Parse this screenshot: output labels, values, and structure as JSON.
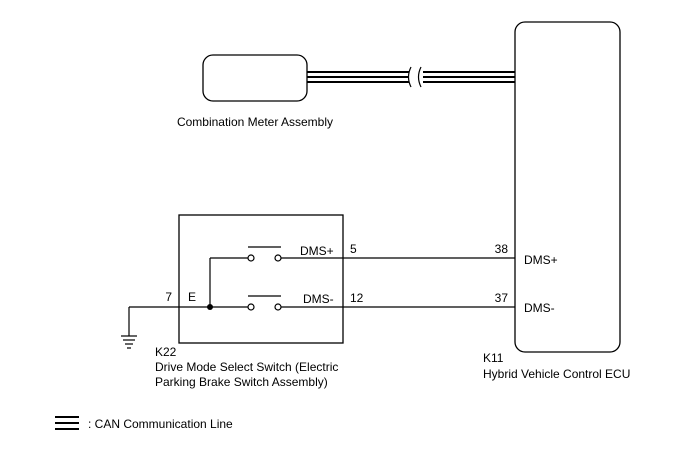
{
  "combination_meter": {
    "label": "Combination Meter Assembly"
  },
  "ecu": {
    "code": "K11",
    "name": "Hybrid Vehicle Control ECU",
    "pins": [
      {
        "pin": "38",
        "signal": "DMS+"
      },
      {
        "pin": "37",
        "signal": "DMS-"
      }
    ]
  },
  "switch": {
    "code": "K22",
    "name_line1": "Drive Mode Select Switch (Electric",
    "name_line2": "Parking Brake Switch Assembly)",
    "pins": [
      {
        "pin": "5",
        "signal": "DMS+"
      },
      {
        "pin": "12",
        "signal": "DMS-"
      },
      {
        "pin": "7",
        "signal": "E"
      }
    ]
  },
  "legend": {
    "text": ": CAN Communication Line"
  }
}
